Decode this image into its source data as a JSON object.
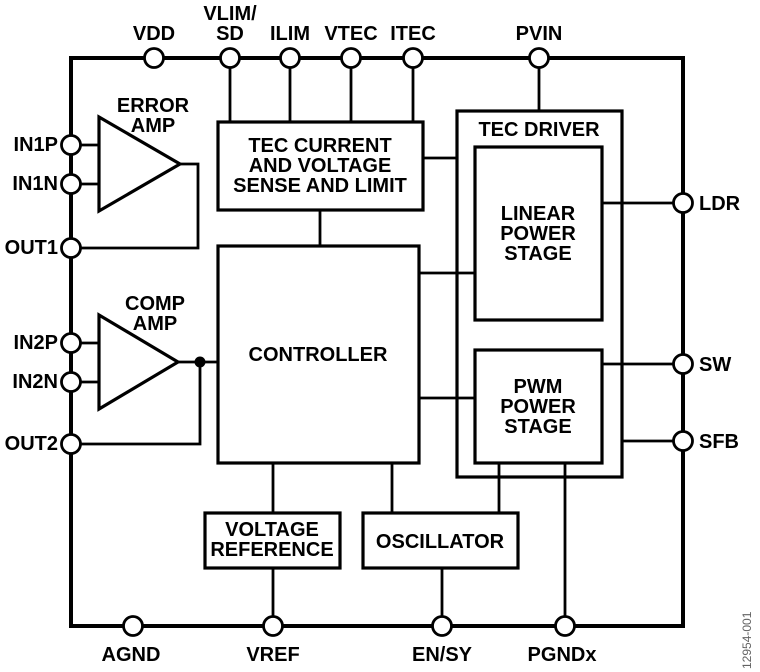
{
  "figure": {
    "type": "functional-block-diagram",
    "watermark": "12954-001",
    "colors": {
      "line": "#000000",
      "background": "#ffffff",
      "watermark": "#636363"
    }
  },
  "pins": {
    "top": [
      {
        "label": "VDD"
      },
      {
        "label_line1": "VLIM/",
        "label_line2": "SD"
      },
      {
        "label": "ILIM"
      },
      {
        "label": "VTEC"
      },
      {
        "label": "ITEC"
      },
      {
        "label": "PVIN"
      }
    ],
    "left": [
      {
        "label": "IN1P"
      },
      {
        "label": "IN1N"
      },
      {
        "label": "OUT1"
      },
      {
        "label": "IN2P"
      },
      {
        "label": "IN2N"
      },
      {
        "label": "OUT2"
      }
    ],
    "right": [
      {
        "label": "LDR"
      },
      {
        "label": "SW"
      },
      {
        "label": "SFB"
      }
    ],
    "bottom": [
      {
        "label": "AGND"
      },
      {
        "label": "VREF"
      },
      {
        "label": "EN/SY"
      },
      {
        "label": "PGNDx"
      }
    ]
  },
  "blocks": {
    "error_amp": {
      "line1": "ERROR",
      "line2": "AMP"
    },
    "comp_amp": {
      "line1": "COMP",
      "line2": "AMP"
    },
    "tec_sense": {
      "line1": "TEC CURRENT",
      "line2": "AND VOLTAGE",
      "line3": "SENSE AND LIMIT"
    },
    "controller": {
      "label": "CONTROLLER"
    },
    "tec_driver": {
      "label": "TEC DRIVER"
    },
    "linear_power_stage": {
      "line1": "LINEAR",
      "line2": "POWER",
      "line3": "STAGE"
    },
    "pwm_power_stage": {
      "line1": "PWM",
      "line2": "POWER",
      "line3": "STAGE"
    },
    "voltage_reference": {
      "line1": "VOLTAGE",
      "line2": "REFERENCE"
    },
    "oscillator": {
      "label": "OSCILLATOR"
    }
  }
}
